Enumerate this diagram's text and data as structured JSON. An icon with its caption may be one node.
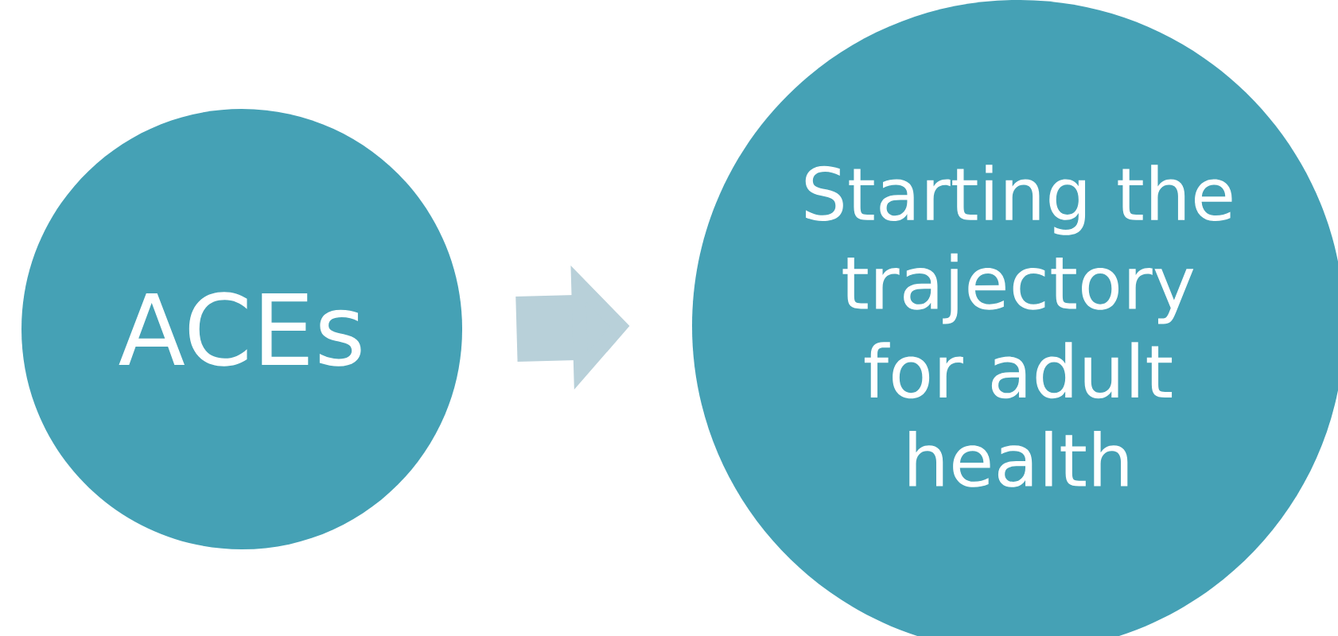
{
  "diagram": {
    "nodes": [
      {
        "text": [
          "ACEs"
        ]
      },
      {
        "text": [
          "Starting the trajectory for adult health"
        ]
      }
    ],
    "edges": [
      {
        "from": 0,
        "to": 1,
        "arrow": "to"
      }
    ]
  }
}
